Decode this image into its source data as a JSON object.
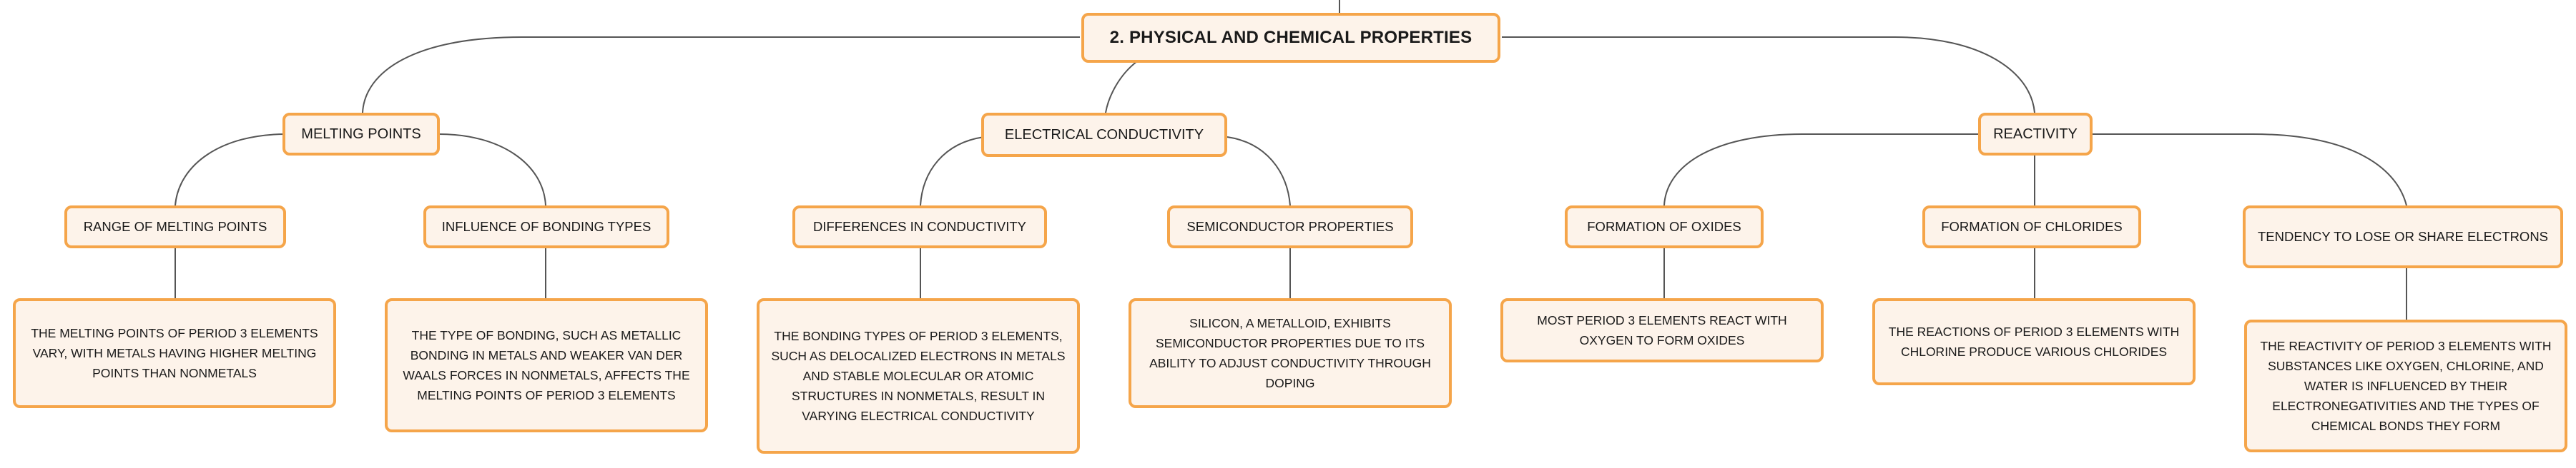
{
  "diagram": {
    "root": "2. PHYSICAL AND CHEMICAL PROPERTIES",
    "branches": [
      {
        "label": "MELTING POINTS",
        "children": [
          {
            "label": "RANGE OF MELTING POINTS",
            "detail": "THE MELTING POINTS OF PERIOD 3 ELEMENTS VARY, WITH METALS HAVING HIGHER MELTING POINTS THAN NONMETALS"
          },
          {
            "label": "INFLUENCE OF BONDING TYPES",
            "detail": "THE TYPE OF BONDING, SUCH AS METALLIC BONDING IN METALS AND WEAKER VAN DER WAALS FORCES IN NONMETALS, AFFECTS THE MELTING POINTS OF PERIOD 3 ELEMENTS"
          }
        ]
      },
      {
        "label": "ELECTRICAL CONDUCTIVITY",
        "children": [
          {
            "label": "DIFFERENCES IN CONDUCTIVITY",
            "detail": "THE BONDING TYPES OF PERIOD 3 ELEMENTS, SUCH AS DELOCALIZED ELECTRONS IN METALS AND STABLE MOLECULAR OR ATOMIC STRUCTURES IN NONMETALS, RESULT IN VARYING ELECTRICAL CONDUCTIVITY"
          },
          {
            "label": "SEMICONDUCTOR PROPERTIES",
            "detail": "SILICON, A METALLOID, EXHIBITS SEMICONDUCTOR PROPERTIES DUE TO ITS ABILITY TO ADJUST CONDUCTIVITY THROUGH DOPING"
          }
        ]
      },
      {
        "label": "REACTIVITY",
        "children": [
          {
            "label": "FORMATION OF OXIDES",
            "detail": "MOST PERIOD 3 ELEMENTS REACT WITH OXYGEN TO FORM OXIDES"
          },
          {
            "label": "FORMATION OF CHLORIDES",
            "detail": "THE REACTIONS OF PERIOD 3 ELEMENTS WITH CHLORINE PRODUCE VARIOUS CHLORIDES"
          },
          {
            "label": "TENDENCY TO LOSE OR SHARE ELECTRONS",
            "detail": "THE REACTIVITY OF PERIOD 3 ELEMENTS WITH SUBSTANCES LIKE OXYGEN, CHLORINE, AND WATER IS INFLUENCED BY THEIR ELECTRONEGATIVITIES AND THE TYPES OF CHEMICAL BONDS THEY FORM"
          }
        ]
      }
    ]
  },
  "colors": {
    "node_fill": "#fdf3ea",
    "node_border": "#f5a54a",
    "connector": "#555555",
    "text": "#1a1a1a"
  }
}
